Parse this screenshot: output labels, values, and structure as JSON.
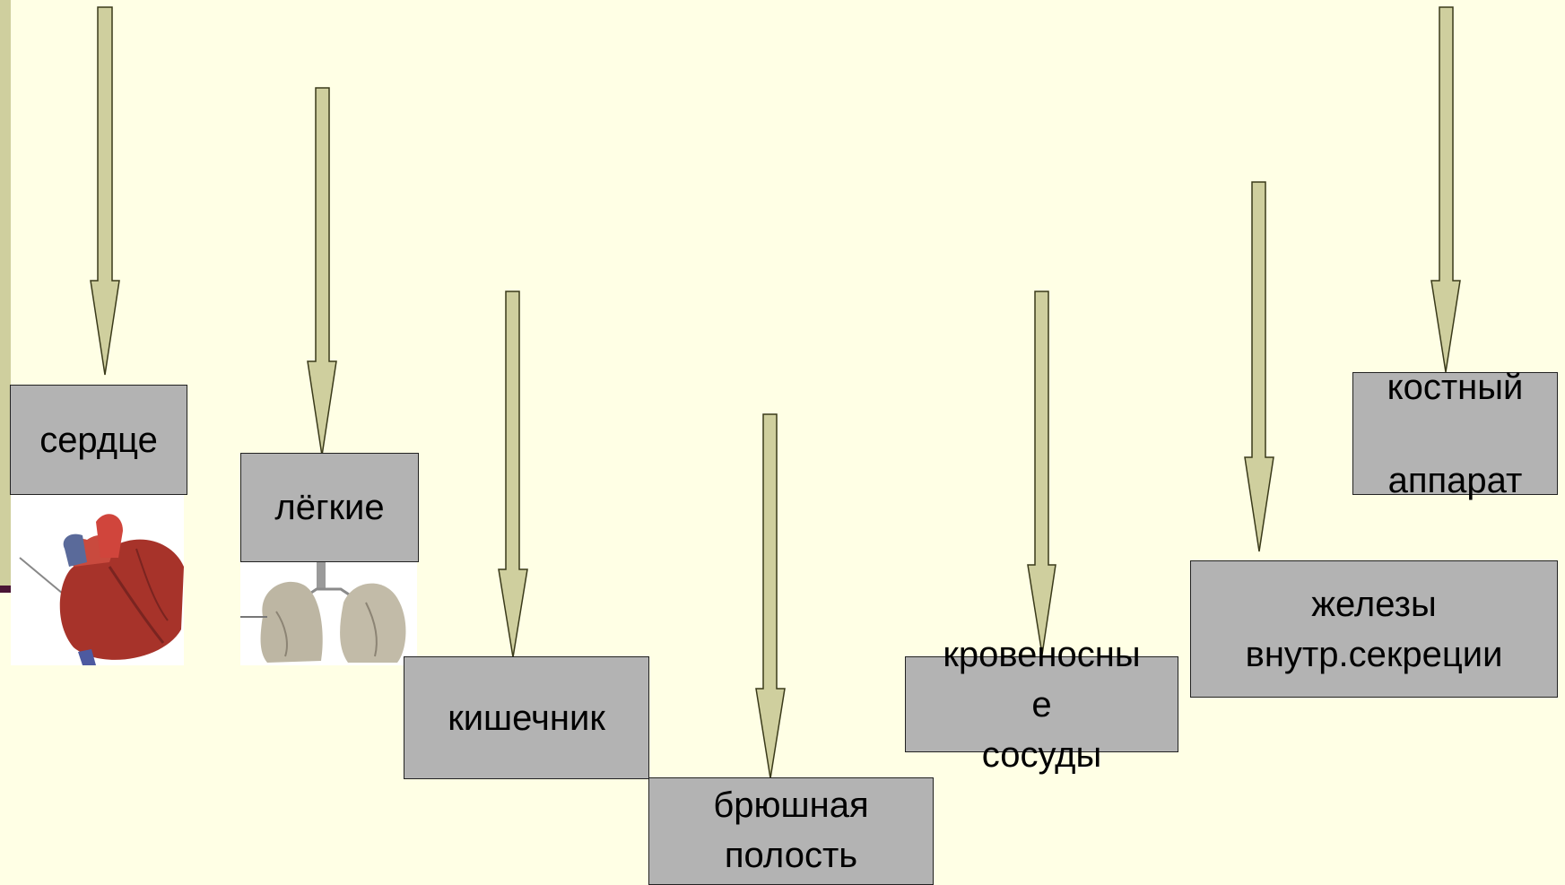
{
  "organs": {
    "heart": "сердце",
    "lungs": "лёгкие",
    "intestine": "кишечник",
    "abdominal": "брюшная\nполость",
    "vessels": "кровеносны\nе\nсосуды",
    "glands": "железы\nвнутр.секреции",
    "bone": "костный\n\nаппарат"
  },
  "colors": {
    "background": "#ffffe5",
    "arrow_fill": "#cfcf9e",
    "arrow_stroke": "#3a3a1a",
    "box_fill": "#b3b3b3",
    "accent_bar": "#cfcf9e",
    "accent_tick": "#4a1535"
  }
}
